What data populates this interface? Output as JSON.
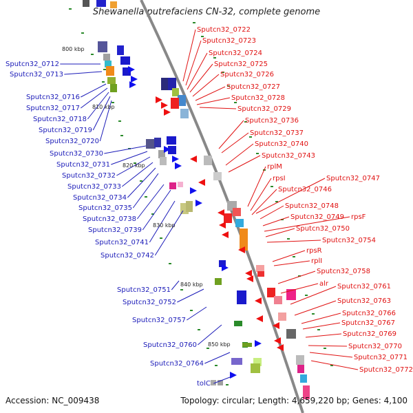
{
  "title": "Shewanella putrefaciens CN-32, complete genome",
  "footer": {
    "accession": "Accession: NC_009438",
    "summary": "Topology: circular; Length: 4,659,220 bp; Genes: 4,100"
  },
  "colors": {
    "backbone": "#888888",
    "forward_strand": "#1010ee",
    "reverse_strand": "#ee1010",
    "tick": "#2a8a2a"
  },
  "scale_ticks": [
    "800 kbp",
    "810 kbp",
    "820 kbp",
    "830 kbp",
    "840 kbp",
    "850 kbp"
  ],
  "left_labels": [
    "Sputcn32_0712",
    "Sputcn32_0713",
    "Sputcn32_0716",
    "Sputcn32_0717",
    "Sputcn32_0718",
    "Sputcn32_0719",
    "Sputcn32_0720",
    "Sputcn32_0730",
    "Sputcn32_0731",
    "Sputcn32_0732",
    "Sputcn32_0733",
    "Sputcn32_0734",
    "Sputcn32_0735",
    "Sputcn32_0738",
    "Sputcn32_0739",
    "Sputcn32_0741",
    "Sputcn32_0742",
    "Sputcn32_0751",
    "Sputcn32_0752",
    "Sputcn32_0757",
    "Sputcn32_0760",
    "Sputcn32_0764",
    "tolC"
  ],
  "right_labels": [
    "Sputcn32_0722",
    "Sputcn32_0723",
    "Sputcn32_0724",
    "Sputcn32_0725",
    "Sputcn32_0726",
    "Sputcn32_0727",
    "Sputcn32_0728",
    "Sputcn32_0729",
    "Sputcn32_0736",
    "Sputcn32_0737",
    "Sputcn32_0740",
    "Sputcn32_0743",
    "rplM",
    "rpsI",
    "Sputcn32_0746",
    "Sputcn32_0747",
    "Sputcn32_0748",
    "Sputcn32_0749",
    "rpsF",
    "Sputcn32_0750",
    "Sputcn32_0754",
    "rpsR",
    "rplI",
    "Sputcn32_0758",
    "alr",
    "Sputcn32_0761",
    "Sputcn32_0763",
    "Sputcn32_0766",
    "Sputcn32_0767",
    "Sputcn32_0769",
    "Sputcn32_0770",
    "Sputcn32_0771",
    "Sputcn32_0772"
  ]
}
